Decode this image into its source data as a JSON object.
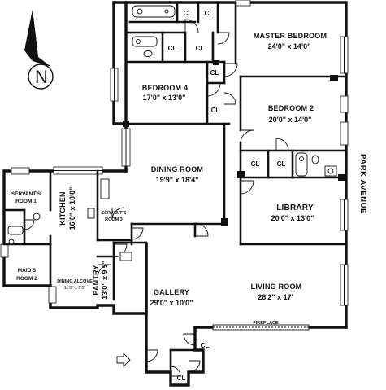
{
  "plan": {
    "street": "PARK AVENUE",
    "compass": "N",
    "rooms": {
      "master_bedroom": {
        "name": "MASTER BEDROOM",
        "dims": "24'0\" x 14'0\""
      },
      "bedroom_4": {
        "name": "BEDROOM 4",
        "dims": "17'0\" x 13'0\""
      },
      "bedroom_2": {
        "name": "BEDROOM 2",
        "dims": "20'0\" x 14'0\""
      },
      "dining_room": {
        "name": "DINING ROOM",
        "dims": "19'9\" x 18'4\""
      },
      "library": {
        "name": "LIBRARY",
        "dims": "20'0\" x 13'0\""
      },
      "living_room": {
        "name": "LIVING ROOM",
        "dims": "28'2\" x 17'"
      },
      "fireplace": {
        "name": "FIREPLACE"
      },
      "gallery": {
        "name": "GALLERY",
        "dims": "29'0\" x 10'0\""
      },
      "kitchen": {
        "name": "KITCHEN",
        "dims": "16'0\" x 10'0\""
      },
      "servants_room_1": {
        "name": "SERVANT'S",
        "name2": "ROOM 1"
      },
      "servants_room_3": {
        "name": "SERVANT'S",
        "name2": "ROOM 3"
      },
      "maids_room_2": {
        "name": "MAID'S",
        "name2": "ROOM 2"
      },
      "dining_alcove": {
        "name": "DINING ALCOVE",
        "dims": "11'0\" x 9'0\""
      },
      "pantry": {
        "name": "PANTRY",
        "dims": "13'0\" x 9'5\""
      }
    },
    "closet_label": "CL"
  },
  "colors": {
    "ink": "#111111",
    "paper": "#ffffff"
  }
}
